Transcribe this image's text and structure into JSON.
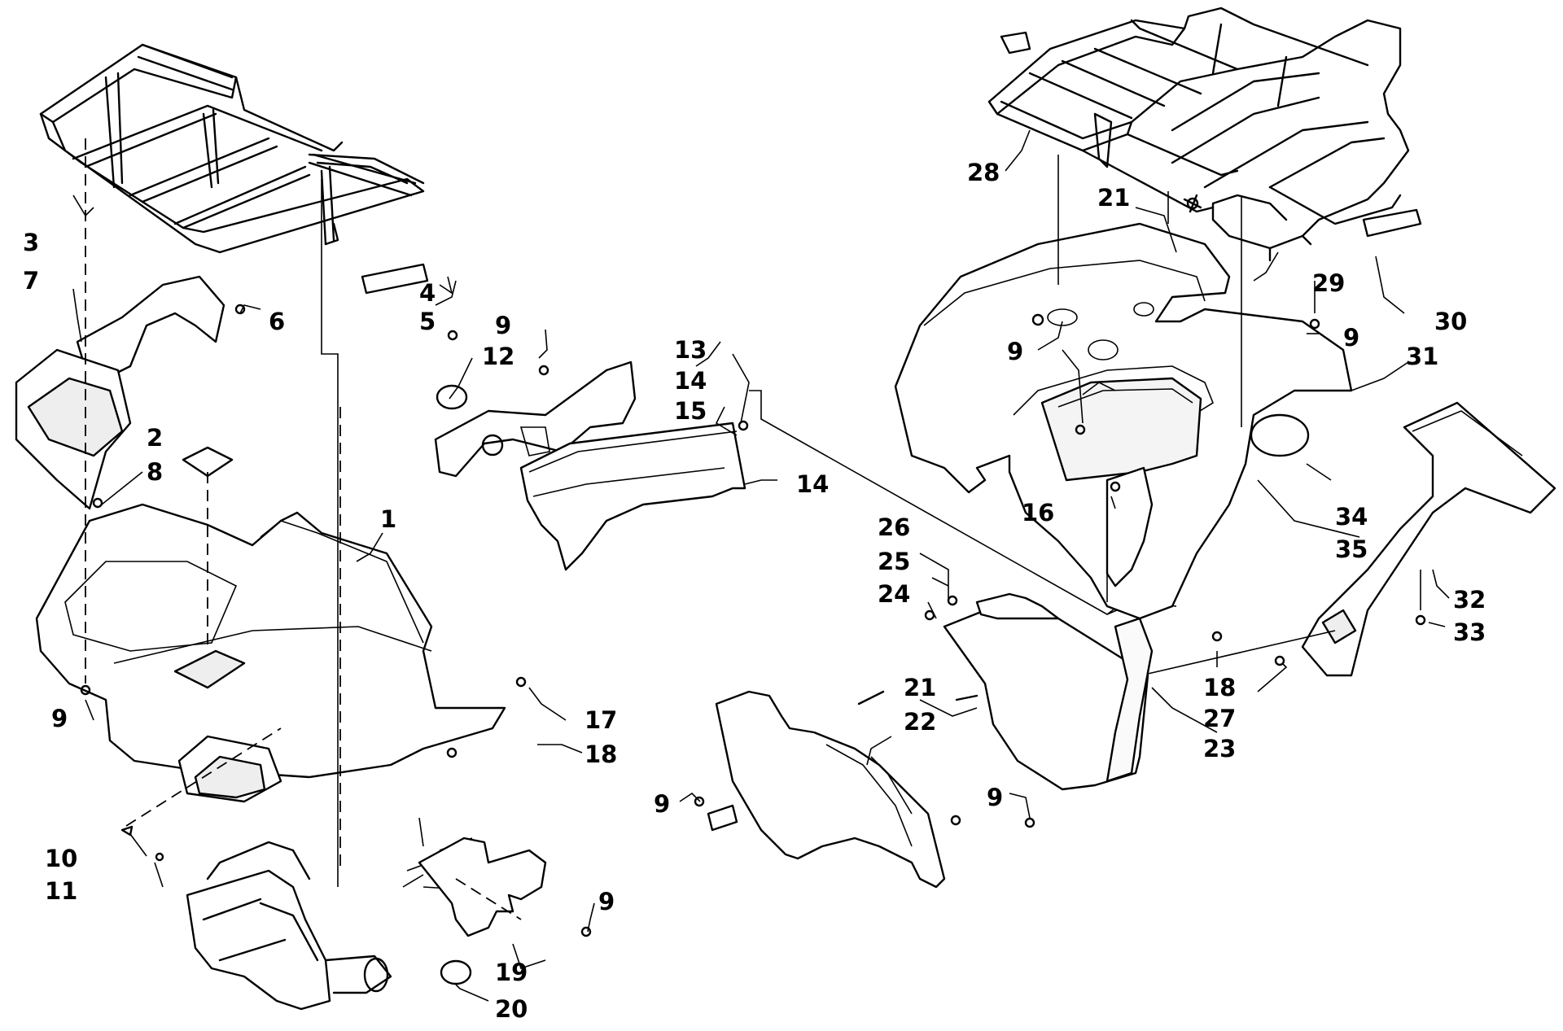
{
  "diagram": {
    "callouts": [
      "1",
      "2",
      "3",
      "4",
      "5",
      "6",
      "7",
      "8",
      "9",
      "10",
      "11",
      "12",
      "13",
      "14",
      "15",
      "16",
      "17",
      "18",
      "19",
      "20",
      "21",
      "22",
      "23",
      "24",
      "25",
      "26",
      "27",
      "28",
      "29",
      "30",
      "31",
      "32",
      "33",
      "34",
      "35"
    ]
  },
  "labels": [
    {
      "id": "l1",
      "text": "1"
    },
    {
      "id": "l2",
      "text": "2"
    },
    {
      "id": "l3",
      "text": "3"
    },
    {
      "id": "l4",
      "text": "4"
    },
    {
      "id": "l5",
      "text": "5"
    },
    {
      "id": "l6",
      "text": "6"
    },
    {
      "id": "l7",
      "text": "7"
    },
    {
      "id": "l8",
      "text": "8"
    },
    {
      "id": "l9a",
      "text": "9"
    },
    {
      "id": "l10",
      "text": "10"
    },
    {
      "id": "l11",
      "text": "11"
    },
    {
      "id": "l9b",
      "text": "9"
    },
    {
      "id": "l12",
      "text": "12"
    },
    {
      "id": "l13",
      "text": "13"
    },
    {
      "id": "l14a",
      "text": "14"
    },
    {
      "id": "l15",
      "text": "15"
    },
    {
      "id": "l14b",
      "text": "14"
    },
    {
      "id": "l17",
      "text": "17"
    },
    {
      "id": "l18a",
      "text": "18"
    },
    {
      "id": "l9c",
      "text": "9"
    },
    {
      "id": "l19",
      "text": "19"
    },
    {
      "id": "l20",
      "text": "20"
    },
    {
      "id": "l28",
      "text": "28"
    },
    {
      "id": "l21a",
      "text": "21"
    },
    {
      "id": "l29",
      "text": "29"
    },
    {
      "id": "l30",
      "text": "30"
    },
    {
      "id": "l9d",
      "text": "9"
    },
    {
      "id": "l9e",
      "text": "9"
    },
    {
      "id": "l31",
      "text": "31"
    },
    {
      "id": "l16",
      "text": "16"
    },
    {
      "id": "l34",
      "text": "34"
    },
    {
      "id": "l35",
      "text": "35"
    },
    {
      "id": "l26",
      "text": "26"
    },
    {
      "id": "l25",
      "text": "25"
    },
    {
      "id": "l24",
      "text": "24"
    },
    {
      "id": "l32",
      "text": "32"
    },
    {
      "id": "l33",
      "text": "33"
    },
    {
      "id": "l18b",
      "text": "18"
    },
    {
      "id": "l27",
      "text": "27"
    },
    {
      "id": "l21b",
      "text": "21"
    },
    {
      "id": "l22",
      "text": "22"
    },
    {
      "id": "l23",
      "text": "23"
    },
    {
      "id": "l9f",
      "text": "9"
    },
    {
      "id": "l9g",
      "text": "9"
    }
  ]
}
